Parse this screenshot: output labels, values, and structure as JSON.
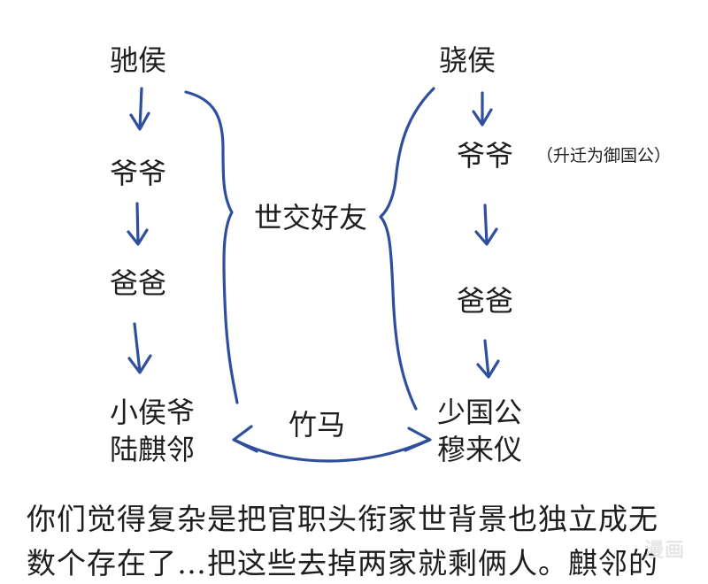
{
  "left_column": {
    "top": "驰侯",
    "grandfather": "爷爷",
    "father": "爸爸",
    "title_line1": "小侯爷",
    "title_line2": "陆麒邻"
  },
  "right_column": {
    "top": "骁侯",
    "grandfather": "爷爷",
    "grandfather_note": "（升迁为御国公）",
    "father": "爸爸",
    "title_line1": "少国公",
    "title_line2": "穆来仪"
  },
  "relations": {
    "family_friends": "世交好友",
    "childhood_friends": "竹马"
  },
  "caption": {
    "line1": "你们觉得复杂是把官职头衔家世背景也独立成无",
    "line2": "数个存在了…把这些去掉两家就剩俩人。麒邻的"
  },
  "watermark": "漫画",
  "colors": {
    "arrow": "#2f4f9e",
    "text": "#1e1e1e"
  }
}
